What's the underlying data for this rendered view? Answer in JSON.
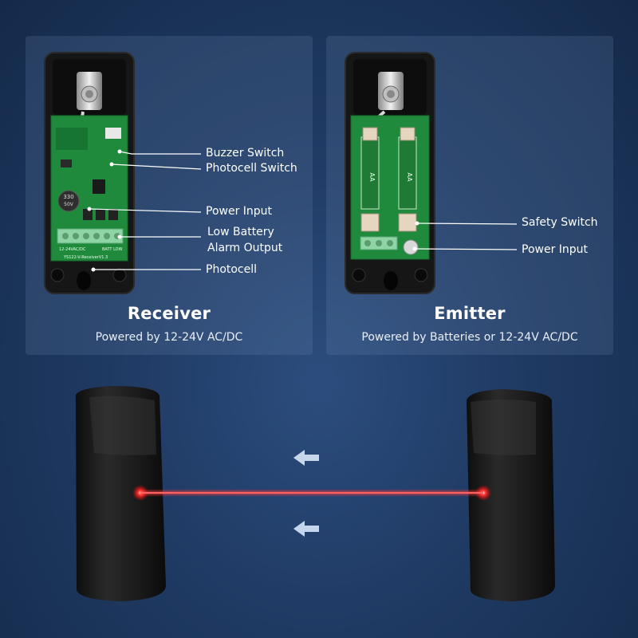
{
  "receiver": {
    "title": "Receiver",
    "subtitle": "Powered by 12-24V AC/DC",
    "labels": {
      "buzzer_switch": "Buzzer Switch",
      "photocell_switch": "Photocell Switch",
      "power_input": "Power Input",
      "low_battery_line1": "Low Battery",
      "low_battery_line2": "Alarm Output",
      "photocell": "Photocell"
    },
    "board_text": "YS122-V-ReceiverV1.3",
    "terminal_text_left": "12-24VAC/DC",
    "terminal_text_right": "BATT LOW",
    "cap_text_1": "330",
    "cap_text_2": "50V"
  },
  "emitter": {
    "title": "Emitter",
    "subtitle": "Powered by Batteries or 12-24V AC/DC",
    "labels": {
      "safety_switch": "Safety Switch",
      "power_input": "Power Input"
    },
    "battery_label": "AA"
  },
  "colors": {
    "background": "#1f3a63",
    "pcb_green": "#1f8a3c",
    "housing": "#1a1a1a",
    "beam": "#ff2a2a"
  }
}
